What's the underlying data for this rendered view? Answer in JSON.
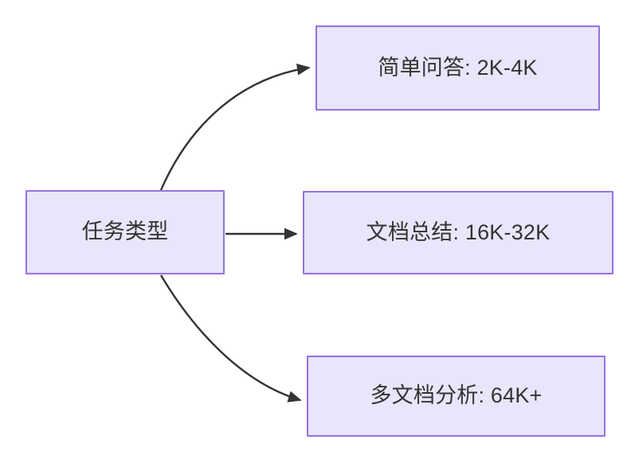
{
  "diagram": {
    "type": "flowchart",
    "direction": "left-to-right",
    "background_color": "#ffffff",
    "node_fill_color": "#e9e5fa",
    "node_border_color": "#9273e2",
    "node_text_color": "#333333",
    "edge_color": "#333333",
    "root": {
      "id": "task-type",
      "label": "任务类型"
    },
    "branches": [
      {
        "id": "simple-qa",
        "label": "简单问答: 2K-4K",
        "task": "简单问答",
        "context_length": "2K-4K",
        "edge_style": "curved",
        "edge_arrow": "arrowhead"
      },
      {
        "id": "doc-summary",
        "label": "文档总结: 16K-32K",
        "task": "文档总结",
        "context_length": "16K-32K",
        "edge_style": "straight",
        "edge_arrow": "arrowhead"
      },
      {
        "id": "multi-doc",
        "label": "多文档分析: 64K+",
        "task": "多文档分析",
        "context_length": "64K+",
        "edge_style": "curved",
        "edge_arrow": "arrowhead"
      }
    ]
  }
}
